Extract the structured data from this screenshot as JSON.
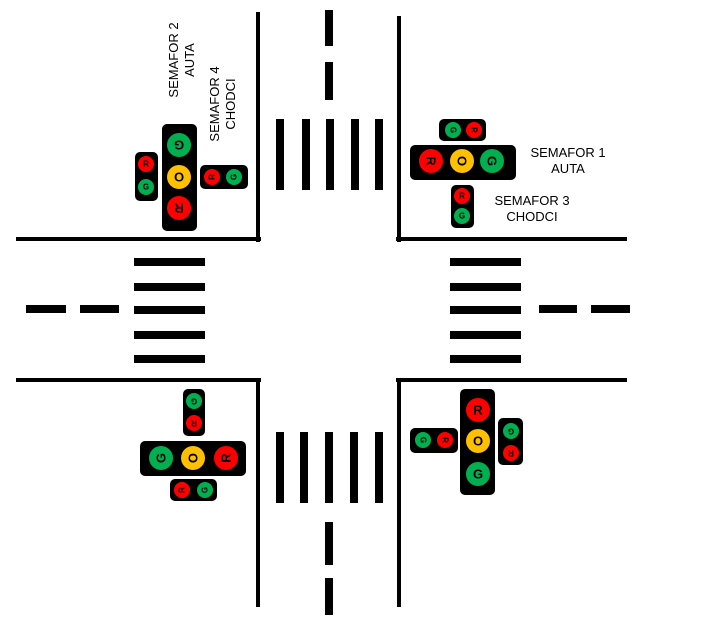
{
  "colors": {
    "background": "#ffffff",
    "road_line": "#000000",
    "housing": "#000000",
    "red": "#ff0000",
    "amber": "#ffc000",
    "green": "#00b050"
  },
  "labels": {
    "s1": [
      "SEMAFOR 1",
      "AUTA"
    ],
    "s2": [
      "SEMAFOR 2",
      "AUTA"
    ],
    "s3": [
      "SEMAFOR 3",
      "CHODCI"
    ],
    "s4": [
      "SEMAFOR 4",
      "CHODCI"
    ]
  },
  "lamp_letters": {
    "red": "R",
    "amber": "O",
    "green": "G"
  }
}
